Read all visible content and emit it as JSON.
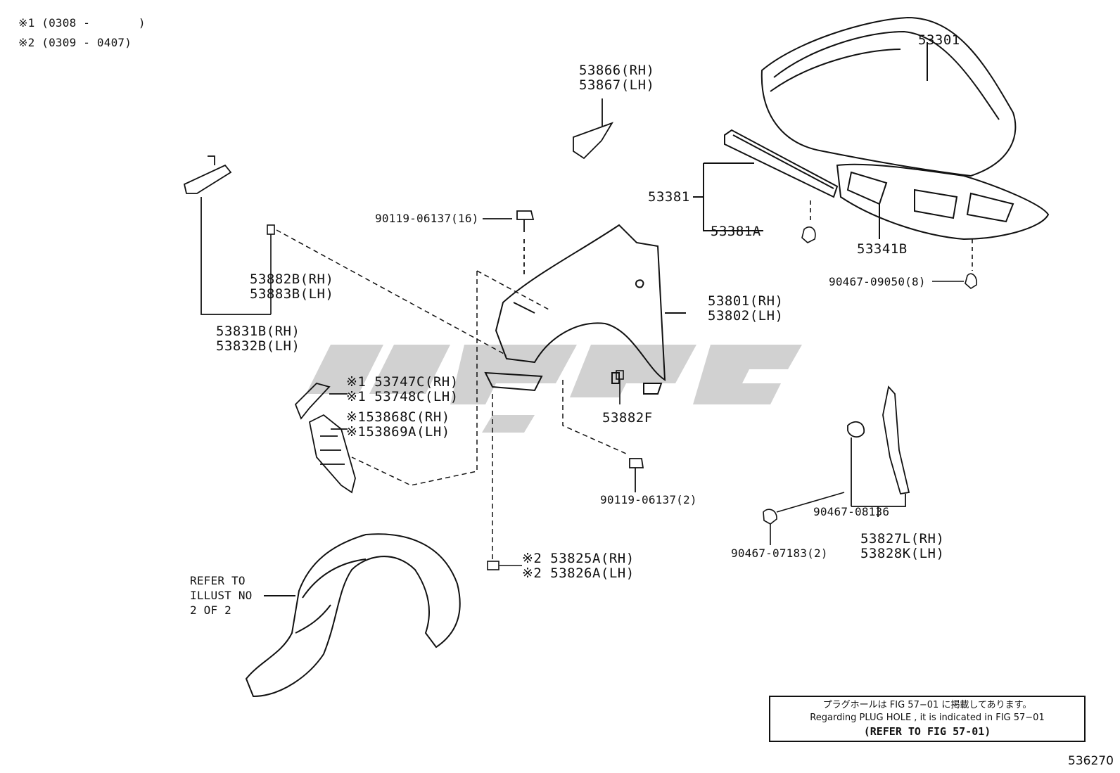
{
  "notes": {
    "note1": "※1 (0308 -       )",
    "note2": "※2 (0309 - 0407)"
  },
  "labels": {
    "p53301": "53301",
    "p53866": "53866(RH)\n53867(LH)",
    "p53381": "53381",
    "p53381A": "53381A",
    "p53341B": "53341B",
    "p90467_09050": "90467-09050(8)",
    "p90119_16": "90119-06137(16)",
    "p53882B": "53882B(RH)\n53883B(LH)",
    "p53831B": "53831B(RH)\n53832B(LH)",
    "p53801": "53801(RH)\n53802(LH)",
    "p53747C": "※1 53747C(RH)\n※1 53748C(LH)",
    "p53868C": "※153868C(RH)\n※153869A(LH)",
    "p53882F": "53882F",
    "p90119_2": "90119-06137(2)",
    "p90467_08136": "90467-08136",
    "p53827L": "53827L(RH)\n53828K(LH)",
    "p90467_07183": "90467-07183(2)",
    "p53825A": "※2 53825A(RH)\n※2 53826A(LH)",
    "refer_illust": "REFER TO\nILLUST NO\n2 OF 2"
  },
  "notebox": {
    "line1": "プラグホールは FIG 57−01 に掲載してあります。",
    "line2": "Regarding PLUG HOLE , it is indicated in FIG 57−01",
    "line3": "(REFER TO FIG 57-01)"
  },
  "figure_number": "536270",
  "colors": {
    "line": "#111111",
    "watermark": "#c8c8c8"
  }
}
